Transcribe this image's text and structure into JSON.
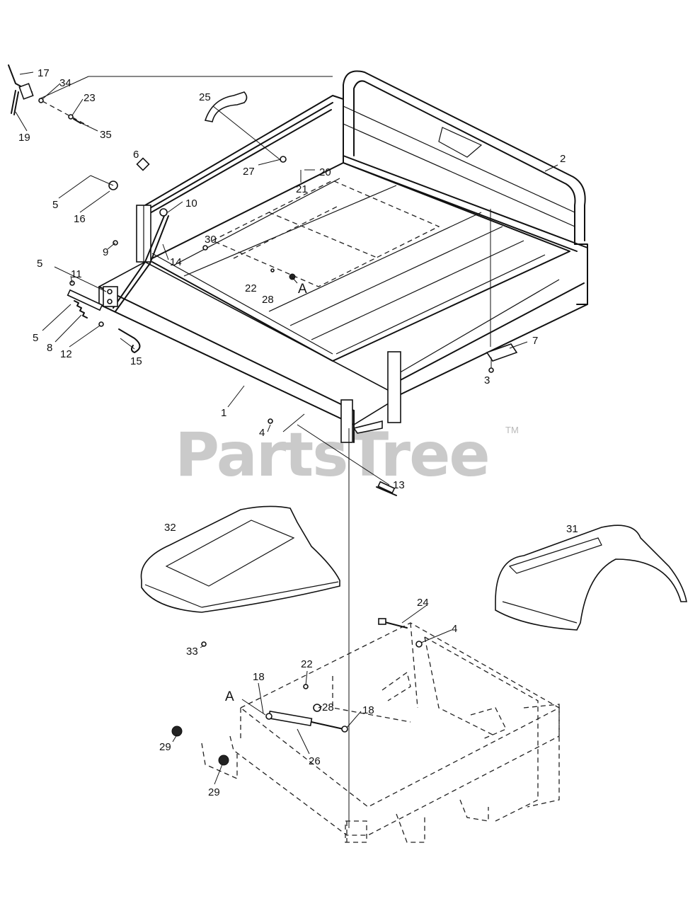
{
  "watermark": {
    "text": "PartsTree",
    "trademark": "TM"
  },
  "reference_marker": "A",
  "callouts": {
    "c1": "1",
    "c2": "2",
    "c3": "3",
    "c4a": "4",
    "c4b": "4",
    "c5a": "5",
    "c5b": "5",
    "c5c": "5",
    "c6": "6",
    "c7": "7",
    "c8": "8",
    "c9": "9",
    "c10": "10",
    "c11": "11",
    "c12": "12",
    "c13": "13",
    "c14": "14",
    "c15": "15",
    "c16": "16",
    "c17": "17",
    "c18a": "18",
    "c18b": "18",
    "c19": "19",
    "c20": "20",
    "c21": "21",
    "c22a": "22",
    "c22b": "22",
    "c23": "23",
    "c24": "24",
    "c25": "25",
    "c26": "26",
    "c27": "27",
    "c28a": "28",
    "c28b": "28",
    "c29a": "29",
    "c29b": "29",
    "c30": "30",
    "c31": "31",
    "c32": "32",
    "c33": "33",
    "c34": "34",
    "c35": "35"
  }
}
